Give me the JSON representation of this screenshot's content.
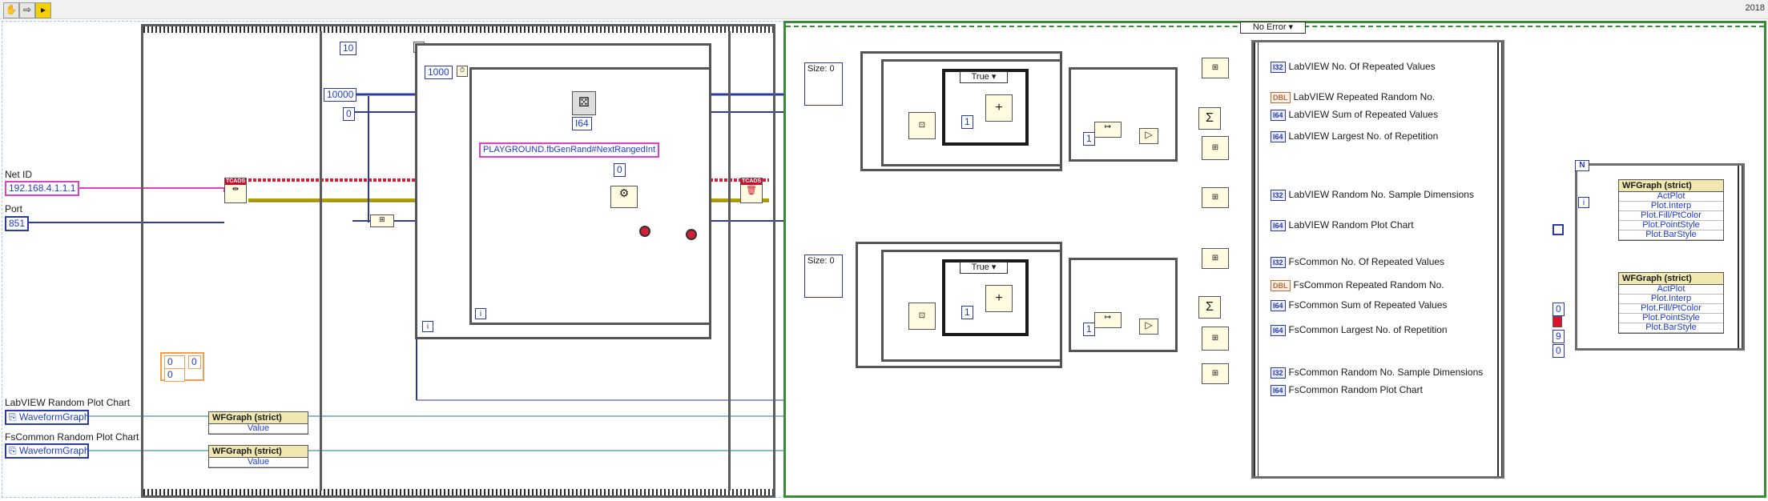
{
  "toolbar": {
    "icons": [
      "hand-icon",
      "run-arrow-icon",
      "highlight-icon"
    ],
    "year": "2018"
  },
  "inputs": {
    "net_id_label": "Net ID",
    "net_id_value": "192.168.4.1.1.1",
    "port_label": "Port",
    "port_value": "851",
    "labview_chart_label": "LabVIEW Random Plot Chart",
    "labview_chart_ref": "WaveformGraph",
    "fscommon_chart_label": "FsCommon Random Plot Chart",
    "fscommon_chart_ref": "WaveformGraph"
  },
  "constants": {
    "c10": "10",
    "c10000": "10000",
    "c0": "0",
    "c1000": "1000",
    "c0b": "0",
    "i64": "I64",
    "fb_name": "PLAYGROUND.fbGenRand#NextRangedInt",
    "array_a": "0",
    "array_b": "0",
    "array_c": "0",
    "one": "1",
    "case_selector": "No Error",
    "case_true": "True",
    "size_label": "Size: 0",
    "prop_consts": [
      "0",
      "9",
      "0"
    ]
  },
  "outputs_labview": [
    {
      "tag": "I32",
      "label": "LabVIEW No. Of Repeated Values"
    },
    {
      "tag": "DBL",
      "label": "LabVIEW Repeated Random No."
    },
    {
      "tag": "I64",
      "label": "LabVIEW Sum of Repeated Values"
    },
    {
      "tag": "I64",
      "label": "LabVIEW Largest No. of Repetition"
    },
    {
      "tag": "I32",
      "label": "LabVIEW Random No. Sample Dimensions"
    },
    {
      "tag": "I64",
      "label": "LabVIEW Random Plot Chart"
    }
  ],
  "outputs_fscommon": [
    {
      "tag": "I32",
      "label": "FsCommon No. Of Repeated Values"
    },
    {
      "tag": "DBL",
      "label": "FsCommon Repeated Random No."
    },
    {
      "tag": "I64",
      "label": "FsCommon Sum of Repeated Values"
    },
    {
      "tag": "I64",
      "label": "FsCommon Largest No. of Repetition"
    },
    {
      "tag": "I32",
      "label": "FsCommon Random No. Sample Dimensions"
    },
    {
      "tag": "I64",
      "label": "FsCommon Random Plot Chart"
    }
  ],
  "wfgraph_small": {
    "title": "WFGraph (strict)",
    "row": "Value"
  },
  "wfgraph_props": {
    "title": "WFGraph (strict)",
    "rows": [
      "ActPlot",
      "Plot.Interp",
      "Plot.Fill/PtColor",
      "Plot.PointStyle",
      "Plot.BarStyle"
    ]
  },
  "tcp_badge": "TCADS",
  "loop_i": "i"
}
